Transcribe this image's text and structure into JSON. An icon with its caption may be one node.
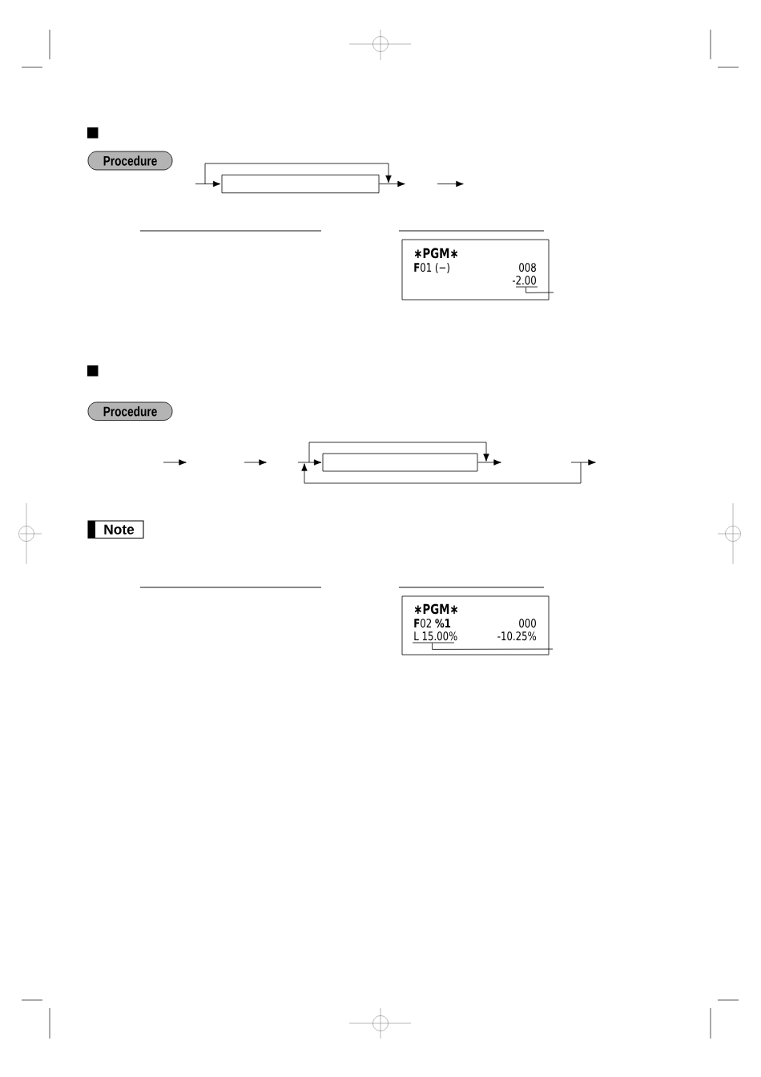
{
  "diagram": {
    "nodes": [
      {
        "text": [
          "Procedure"
        ]
      },
      {
        "text": [],
        "shape": "box"
      },
      {
        "text": [
          "∗PGM∗",
          "**F**01 (−)",
          "008",
          "-2.00"
        ]
      },
      {
        "text": [
          "Procedure"
        ]
      },
      {
        "text": [],
        "shape": "box"
      },
      {
        "text": [
          "Note"
        ]
      },
      {
        "text": [
          "∗PGM∗",
          "**F**02 **%1**",
          "000",
          "L 15.00%",
          "-10.25%"
        ]
      }
    ],
    "edges": [
      {
        "from": null,
        "to": 1,
        "arrow": "to"
      },
      {
        "from": 1,
        "to": null,
        "arrow": "to"
      },
      {
        "from": null,
        "to": 4,
        "arrow": "to"
      },
      {
        "from": 4,
        "to": null,
        "arrow": "to"
      },
      {
        "from": 2,
        "to": null,
        "arrow": "none"
      },
      {
        "from": 6,
        "to": null,
        "arrow": "none"
      }
    ]
  }
}
